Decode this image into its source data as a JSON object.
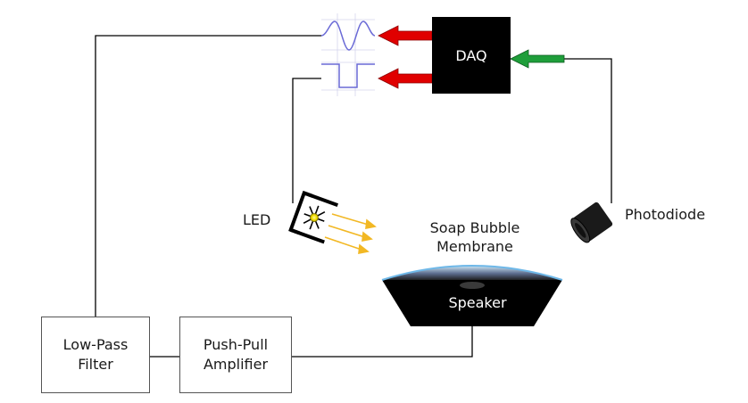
{
  "daq": {
    "label": "DAQ"
  },
  "led": {
    "label": "LED"
  },
  "photodiode": {
    "label": "Photodiode"
  },
  "membrane": {
    "line1": "Soap Bubble",
    "line2": "Membrane"
  },
  "speaker": {
    "label": "Speaker"
  },
  "low_pass": {
    "line1": "Low-Pass",
    "line2": "Filter"
  },
  "amplifier": {
    "line1": "Push-Pull",
    "line2": "Amplifier"
  },
  "colors": {
    "wire": "#000000",
    "daq_fill": "#000000",
    "output_arrow": "#e00000",
    "input_arrow": "#1f9e3a",
    "waveform": "#6a6ad6",
    "light_ray": "#f2b824",
    "membrane_top": "#6fb8e8"
  }
}
